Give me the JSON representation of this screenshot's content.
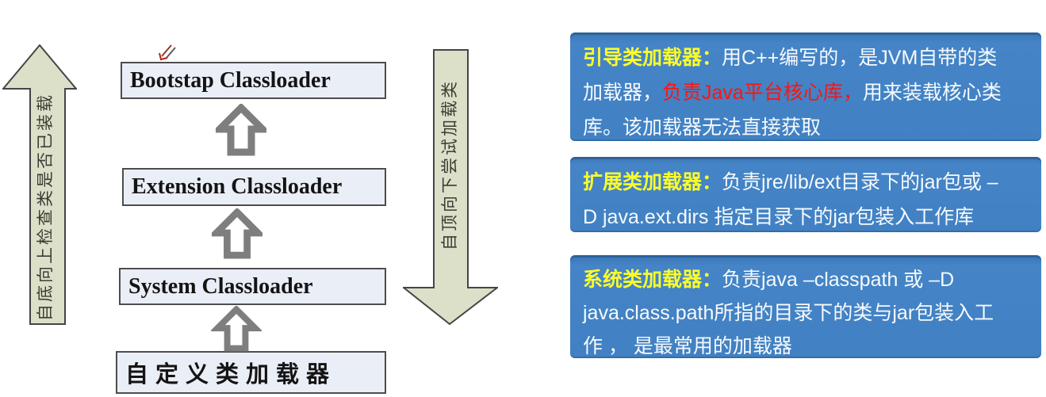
{
  "colors": {
    "panel_blue": "#4181c3",
    "panel_blue_dark": "#3a76b5",
    "heading_yellow": "#fbfb2d",
    "highlight_red": "#fb1511",
    "body_white": "#ffffff",
    "outline_arrow_fill": "#dde0c9",
    "outline_arrow_border": "#454545",
    "box_fill": "#eaeef6",
    "box_border": "#4d4d4d",
    "block_arrow_gray": "#7e7e7e"
  },
  "diagram": {
    "left_arrow_label": "自底向上检查类是否已装载",
    "right_arrow_label": "自顶向下尝试加载类",
    "boxes": [
      {
        "id": "bootstrap",
        "label": "Bootstap Classloader"
      },
      {
        "id": "extension",
        "label": "Extension Classloader"
      },
      {
        "id": "system",
        "label": "System Classloader"
      },
      {
        "id": "custom",
        "label": "自定义类加载器"
      }
    ]
  },
  "panels": [
    {
      "id": "bootstrap-classloader-panel",
      "lines": [
        [
          {
            "text": "引导类加载器：",
            "style": "yellow"
          },
          {
            "text": "用C++编写的，是JVM自带的类",
            "style": "white"
          }
        ],
        [
          {
            "text": "加载器，",
            "style": "white"
          },
          {
            "text": "负责Java平台核心库，",
            "style": "red"
          },
          {
            "text": "用来装载核心类",
            "style": "white"
          }
        ],
        [
          {
            "text": "库。该加载器无法直接获取",
            "style": "white"
          }
        ]
      ]
    },
    {
      "id": "extension-classloader-panel",
      "lines": [
        [
          {
            "text": "扩展类加载器：",
            "style": "yellow"
          },
          {
            "text": "负责jre/lib/ext目录下的jar包或 –",
            "style": "white"
          }
        ],
        [
          {
            "text": "D java.ext.dirs 指定目录下的jar包装入工作库",
            "style": "white"
          }
        ]
      ]
    },
    {
      "id": "system-classloader-panel",
      "lines": [
        [
          {
            "text": "系统类加载器：",
            "style": "yellow"
          },
          {
            "text": "负责java –classpath 或 –D",
            "style": "white"
          }
        ],
        [
          {
            "text": "java.class.path所指的目录下的类与jar包装入工",
            "style": "white"
          }
        ],
        [
          {
            "text": "作 ， 是最常用的加载器",
            "style": "white"
          }
        ]
      ]
    }
  ]
}
